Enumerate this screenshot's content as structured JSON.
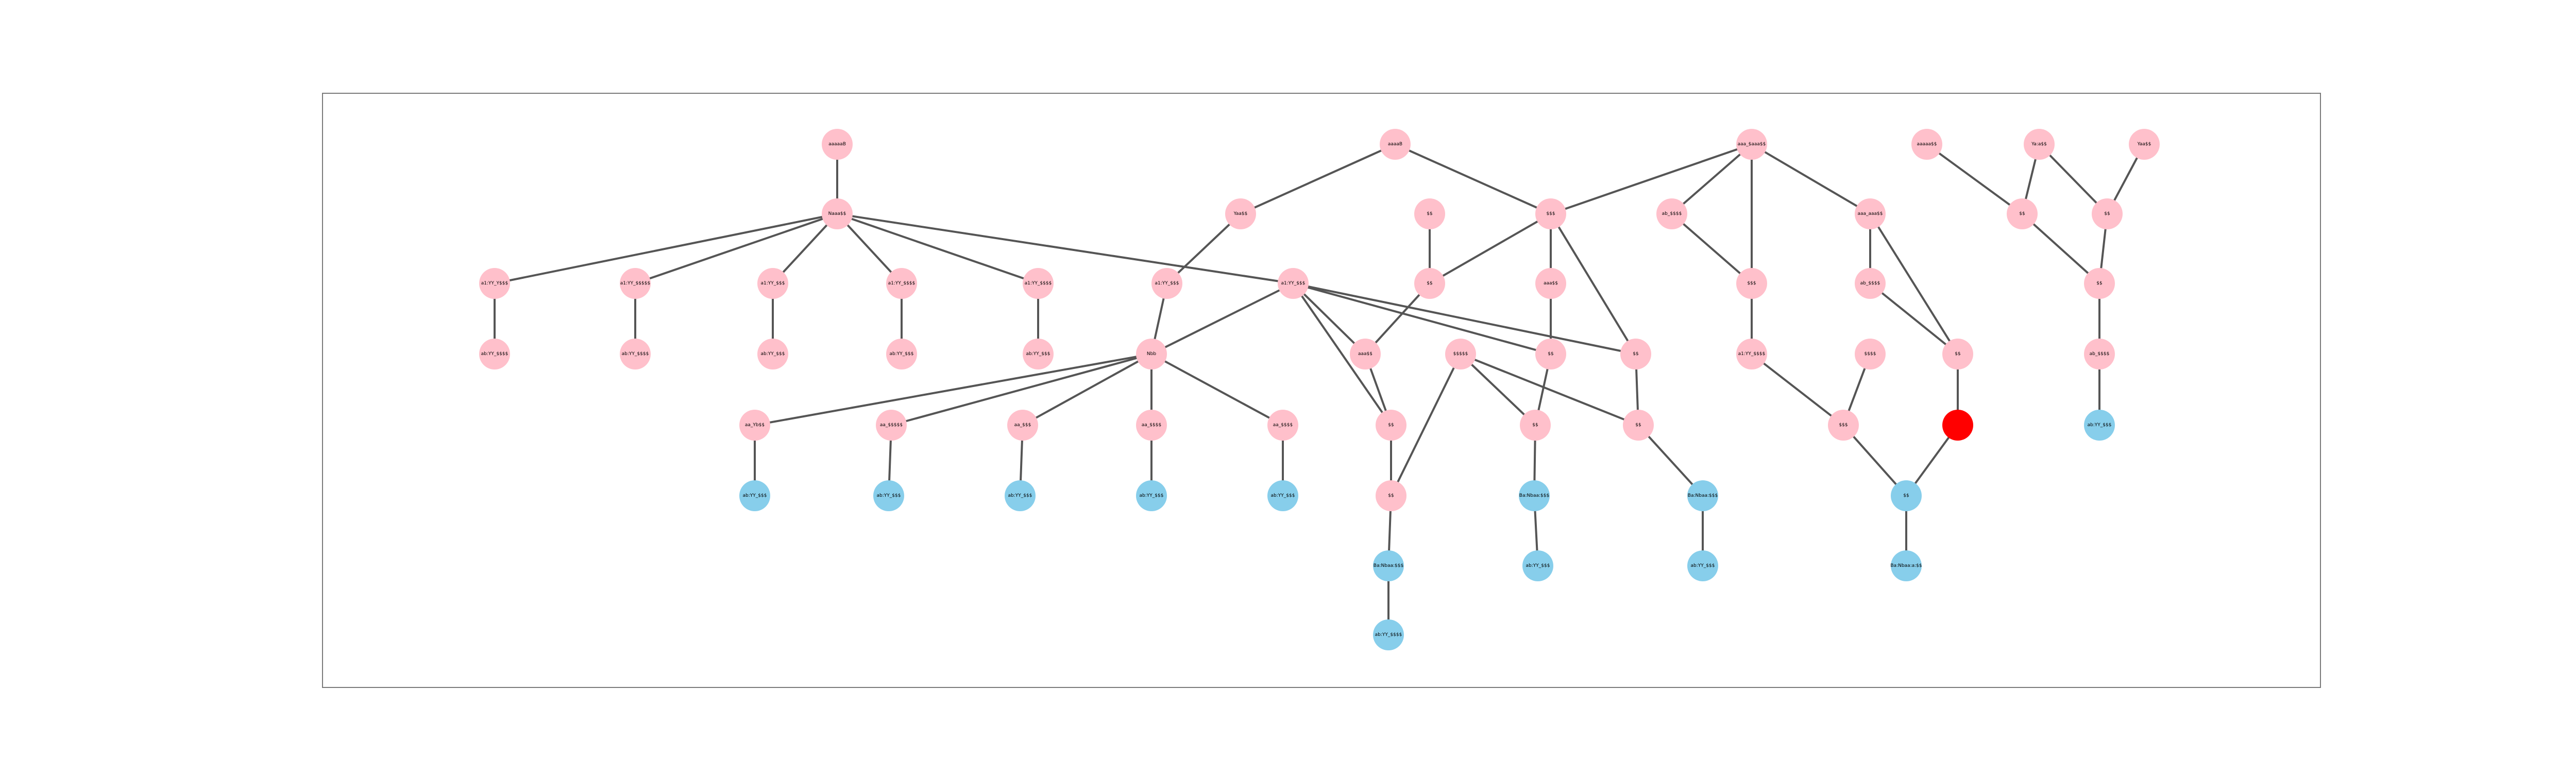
{
  "colors": {
    "default": "#ffc0cb",
    "leaf": "#87ceeb",
    "highlight": "#ff0000",
    "edge": "#555555"
  },
  "nodes": [
    {
      "id": "top_a",
      "label": "aaaaaB",
      "color": "default"
    },
    {
      "id": "hub_a",
      "label": "Naaa$$",
      "color": "default"
    },
    {
      "id": "a1",
      "label": "a1:YY_Y$$$",
      "color": "default"
    },
    {
      "id": "a1c",
      "label": "ab:YY_$$$$",
      "color": "default"
    },
    {
      "id": "a2",
      "label": "a1:YY_$$$$$",
      "color": "default"
    },
    {
      "id": "a2c",
      "label": "ab:YY_$$$$",
      "color": "default"
    },
    {
      "id": "a3",
      "label": "a1:YY_$$$",
      "color": "default"
    },
    {
      "id": "a3c",
      "label": "ab:YY_$$$",
      "color": "default"
    },
    {
      "id": "a4",
      "label": "a1:YY_$$$$",
      "color": "default"
    },
    {
      "id": "a4c",
      "label": "ab:YY_$$$",
      "color": "default"
    },
    {
      "id": "a5",
      "label": "a1:YY_$$$$",
      "color": "default"
    },
    {
      "id": "a5c",
      "label": "ab:YY_$$$",
      "color": "default"
    },
    {
      "id": "top_b",
      "label": "aaaaB",
      "color": "default"
    },
    {
      "id": "b1",
      "label": "Yaa$$",
      "color": "default"
    },
    {
      "id": "b2",
      "label": "a1:YY_$$$",
      "color": "default"
    },
    {
      "id": "b3",
      "label": "a1:YY_$$$",
      "color": "default"
    },
    {
      "id": "hub_b",
      "label": "Nbb",
      "color": "default"
    },
    {
      "id": "c1",
      "label": "aa_Yb$$",
      "color": "default"
    },
    {
      "id": "c1c",
      "label": "ab:YY_$$$",
      "color": "leaf"
    },
    {
      "id": "c2",
      "label": "aa_$$$$$",
      "color": "default"
    },
    {
      "id": "c2c",
      "label": "ab:YY_$$$",
      "color": "leaf"
    },
    {
      "id": "c3",
      "label": "aa_$$$",
      "color": "default"
    },
    {
      "id": "c3c",
      "label": "ab:YY_$$$",
      "color": "leaf"
    },
    {
      "id": "c4",
      "label": "aa_$$$$",
      "color": "default"
    },
    {
      "id": "c4c",
      "label": "ab:YY_$$$",
      "color": "leaf"
    },
    {
      "id": "c5",
      "label": "aa_$$$$",
      "color": "default"
    },
    {
      "id": "c5c",
      "label": "ab:YY_$$$",
      "color": "leaf"
    },
    {
      "id": "m1",
      "label": "$$$",
      "color": "default"
    },
    {
      "id": "m2",
      "label": "$$",
      "color": "default"
    },
    {
      "id": "m3",
      "label": "$$",
      "color": "default"
    },
    {
      "id": "m4",
      "label": "aaa$$",
      "color": "default"
    },
    {
      "id": "m5",
      "label": "aaa$$",
      "color": "default"
    },
    {
      "id": "m6",
      "label": "$$$$$",
      "color": "default"
    },
    {
      "id": "m7",
      "label": "$$",
      "color": "default"
    },
    {
      "id": "m8",
      "label": "$$",
      "color": "default"
    },
    {
      "id": "m9",
      "label": "$$",
      "color": "default"
    },
    {
      "id": "m10",
      "label": "$$",
      "color": "default"
    },
    {
      "id": "m11",
      "label": "$$",
      "color": "default"
    },
    {
      "id": "m12",
      "label": "$$",
      "color": "default"
    },
    {
      "id": "m12c",
      "label": "Ba:Nbaa:$$$",
      "color": "leaf"
    },
    {
      "id": "m12cc",
      "label": "ab:YY_$$$$",
      "color": "leaf"
    },
    {
      "id": "m13c",
      "label": "Ba:Nbaa:$$$",
      "color": "leaf"
    },
    {
      "id": "m13cc",
      "label": "ab:YY_$$$",
      "color": "leaf"
    },
    {
      "id": "m14c",
      "label": "Ba:Nbaa:$$$",
      "color": "leaf"
    },
    {
      "id": "m14cc",
      "label": "ab:YY_$$$",
      "color": "leaf"
    },
    {
      "id": "top_c",
      "label": "aaa_$aaa$$",
      "color": "default"
    },
    {
      "id": "r1",
      "label": "ab_$$$$",
      "color": "default"
    },
    {
      "id": "r2",
      "label": "aaa_aaa$$",
      "color": "default"
    },
    {
      "id": "r3",
      "label": "$$$",
      "color": "default"
    },
    {
      "id": "r4",
      "label": "ab_$$$$",
      "color": "default"
    },
    {
      "id": "r5",
      "label": "a1:YY_$$$$",
      "color": "default"
    },
    {
      "id": "r6",
      "label": "$$$$",
      "color": "default"
    },
    {
      "id": "r7",
      "label": "$$$",
      "color": "default"
    },
    {
      "id": "r8",
      "label": "$$",
      "color": "default"
    },
    {
      "id": "red",
      "label": "",
      "color": "highlight"
    },
    {
      "id": "r9",
      "label": "$$",
      "color": "leaf"
    },
    {
      "id": "r9c",
      "label": "Ba:Nbaa:a:$$",
      "color": "leaf"
    },
    {
      "id": "t1",
      "label": "aaaaa$$",
      "color": "default"
    },
    {
      "id": "t2",
      "label": "Ya:a$$",
      "color": "default"
    },
    {
      "id": "t3",
      "label": "Yaa$$",
      "color": "default"
    },
    {
      "id": "t4",
      "label": "$$",
      "color": "default"
    },
    {
      "id": "t5",
      "label": "$$",
      "color": "default"
    },
    {
      "id": "t6",
      "label": "$$",
      "color": "default"
    },
    {
      "id": "t7",
      "label": "ab_$$$$",
      "color": "default"
    },
    {
      "id": "t8",
      "label": "ab:YY_$$$",
      "color": "leaf"
    }
  ],
  "edges": [
    [
      "top_a",
      "hub_a"
    ],
    [
      "hub_a",
      "a1"
    ],
    [
      "hub_a",
      "a2"
    ],
    [
      "hub_a",
      "a3"
    ],
    [
      "hub_a",
      "a4"
    ],
    [
      "hub_a",
      "a5"
    ],
    [
      "hub_a",
      "b3"
    ],
    [
      "a1",
      "a1c"
    ],
    [
      "a2",
      "a2c"
    ],
    [
      "a3",
      "a3c"
    ],
    [
      "a4",
      "a4c"
    ],
    [
      "a5",
      "a5c"
    ],
    [
      "top_b",
      "b1"
    ],
    [
      "top_b",
      "m1"
    ],
    [
      "b1",
      "b2"
    ],
    [
      "b2",
      "hub_b"
    ],
    [
      "hub_b",
      "c1"
    ],
    [
      "hub_b",
      "c2"
    ],
    [
      "hub_b",
      "c3"
    ],
    [
      "hub_b",
      "c4"
    ],
    [
      "hub_b",
      "c5"
    ],
    [
      "hub_b",
      "b3"
    ],
    [
      "c1",
      "c1c"
    ],
    [
      "c2",
      "c2c"
    ],
    [
      "c3",
      "c3c"
    ],
    [
      "c4",
      "c4c"
    ],
    [
      "c5",
      "c5c"
    ],
    [
      "b3",
      "m9"
    ],
    [
      "b3",
      "m7"
    ],
    [
      "b3",
      "m8"
    ],
    [
      "b3",
      "m4"
    ],
    [
      "m2",
      "m3"
    ],
    [
      "m3",
      "m4"
    ],
    [
      "m1",
      "m3"
    ],
    [
      "m1",
      "m5"
    ],
    [
      "m1",
      "m8"
    ],
    [
      "m5",
      "m7"
    ],
    [
      "m4",
      "m9"
    ],
    [
      "m6",
      "m10"
    ],
    [
      "m6",
      "m12"
    ],
    [
      "m6",
      "m11"
    ],
    [
      "m7",
      "m10"
    ],
    [
      "m8",
      "m11"
    ],
    [
      "m9",
      "m12"
    ],
    [
      "m12",
      "m12c"
    ],
    [
      "m12c",
      "m12cc"
    ],
    [
      "m10",
      "m13c"
    ],
    [
      "m13c",
      "m13cc"
    ],
    [
      "m11",
      "m14c"
    ],
    [
      "m14c",
      "m14cc"
    ],
    [
      "top_c",
      "m1"
    ],
    [
      "top_c",
      "r1"
    ],
    [
      "top_c",
      "r2"
    ],
    [
      "top_c",
      "r3"
    ],
    [
      "r1",
      "r3"
    ],
    [
      "r2",
      "r4"
    ],
    [
      "r2",
      "r8"
    ],
    [
      "r3",
      "r5"
    ],
    [
      "r4",
      "r8"
    ],
    [
      "r5",
      "r7"
    ],
    [
      "r6",
      "r7"
    ],
    [
      "r8",
      "red"
    ],
    [
      "r7",
      "r9"
    ],
    [
      "red",
      "r9"
    ],
    [
      "r9",
      "r9c"
    ],
    [
      "t1",
      "t4"
    ],
    [
      "t2",
      "t4"
    ],
    [
      "t2",
      "t5"
    ],
    [
      "t3",
      "t5"
    ],
    [
      "t4",
      "t6"
    ],
    [
      "t5",
      "t6"
    ],
    [
      "t6",
      "t7"
    ],
    [
      "t7",
      "t8"
    ]
  ]
}
